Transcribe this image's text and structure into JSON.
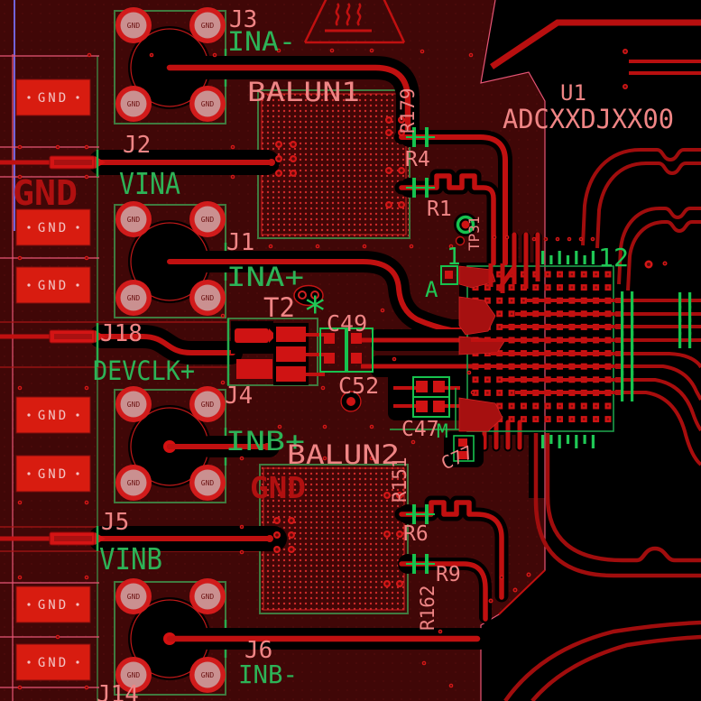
{
  "colors": {
    "background": "#000000",
    "board": "#400707",
    "copper": "#c01010",
    "copper_bright": "#d41111",
    "copper_dark": "#a00d0d",
    "pad_red": "#d81c10",
    "pad_pink": "#ca9090",
    "silk_pink": "#ef8585",
    "silk_red_dark": "#b01010",
    "silk_green": "#2db357",
    "green_bright": "#1fc855",
    "courtyard_green": "#3f7a3f",
    "bga_green": "#1f9e4a",
    "edge_pink": "#e65575",
    "purple": "#7263d8",
    "gnd_pad_text": "#f2c4c4",
    "gnd_circle_text": "#6d1414"
  },
  "labels": {
    "gnd": "GND",
    "part_number": "ADCXXDJXX00",
    "refs": {
      "u1": "U1",
      "j1": "J1",
      "j2": "J2",
      "j3": "J3",
      "j4": "J4",
      "j5": "J5",
      "j6": "J6",
      "j14": "J14",
      "j18": "J18",
      "t2": "T2",
      "balun1": "BALUN1",
      "balun2": "BALUN2",
      "c49": "C49",
      "c52": "C52",
      "c47": "C47",
      "c47_mark": "M",
      "c77": "C77",
      "r179": "R179",
      "r4": "R4",
      "r1": "R1",
      "tp31": "TP31",
      "r151": "R151",
      "r6": "R6",
      "r9": "R9",
      "r162": "R162"
    },
    "nets": {
      "ina_neg": "INA-",
      "vina": "VINA",
      "ina_pos": "INA+",
      "devclk": "DEVCLK+",
      "inb_pos": "INB+",
      "vinb": "VINB",
      "inb_neg": "INB-"
    },
    "bga": {
      "col_first": "1",
      "col_last": "12",
      "row_first": "A"
    },
    "asterisk": "*"
  }
}
